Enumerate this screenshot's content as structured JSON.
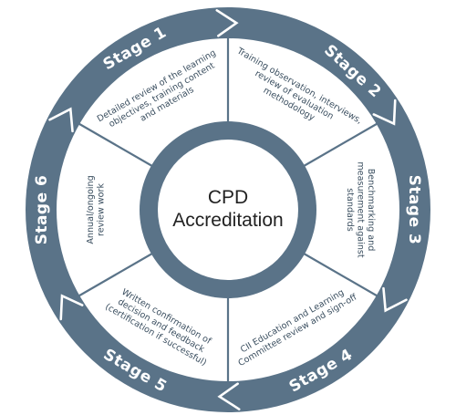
{
  "center": {
    "line1": "CPD",
    "line2": "Accreditation"
  },
  "colors": {
    "ring": "#5a7388",
    "divider": "#5a7388",
    "segment_fill": "#ffffff",
    "text": "#3b4f60"
  },
  "stages": [
    {
      "label": "Stage 1",
      "description": [
        "Detailed review of the learning",
        "objectives, training content",
        "and materials"
      ]
    },
    {
      "label": "Stage 2",
      "description": [
        "Training observation, interviews,",
        "review of evaluation",
        "methodology"
      ]
    },
    {
      "label": "Stage 3",
      "description": [
        "Benchmarking and",
        "measurement against",
        "standards"
      ]
    },
    {
      "label": "Stage 4",
      "description": [
        "CII Education and Learning",
        "Committee review and sign-off"
      ]
    },
    {
      "label": "Stage 5",
      "description": [
        "Written confirmation of",
        "decision and feedback",
        "(certification if successful)"
      ]
    },
    {
      "label": "Stage 6",
      "description": [
        "Annual/ongoing",
        "review work"
      ]
    }
  ]
}
